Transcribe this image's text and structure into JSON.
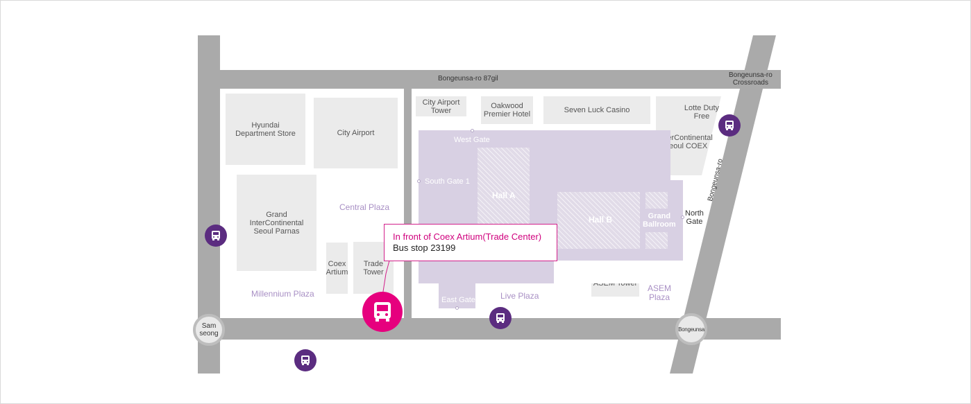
{
  "roads": {
    "top_road": "Bongeunsa-ro 87gil",
    "crossroads": "Bongeunsa-ro\nCrossroads",
    "diagonal_road": "Bongeunsa-ro"
  },
  "buildings": {
    "hyundai": "Hyundai\nDepartment Store",
    "city_airport": "City Airport",
    "grand_intercontinental": "Grand\nInterContinental\nSeoul Parnas",
    "coex_artium": "Coex\nArtium",
    "trade_tower": "Trade\nTower",
    "city_airport_tower": "City Airport\nTower",
    "oakwood": "Oakwood\nPremier Hotel",
    "seven_luck": "Seven Luck Casino",
    "lotte_duty_free": "Lotte Duty\nFree",
    "intercontinental_coex": "InterContinental\nSeoul COEX",
    "asem_tower": "ASEM Tower"
  },
  "plazas": {
    "central": "Central Plaza",
    "millennium": "Millennium Plaza",
    "live": "Live Plaza",
    "asem": "ASEM\nPlaza"
  },
  "coex": {
    "hall_a": "Hall A",
    "hall_b": "Hall B",
    "grand_ballroom": "Grand\nBallroom"
  },
  "gates": {
    "west": "West Gate",
    "south1": "South Gate 1",
    "north": "North\nGate",
    "east": "East Gate"
  },
  "stations": {
    "samseong": "Sam\nseong",
    "bongeunsa": "Bongeunsa"
  },
  "callout": {
    "line1": "In front of Coex Artium(Trade Center)",
    "line2": "Bus stop 23199"
  },
  "colors": {
    "highlight_bus": "#e6007e",
    "bus_stop": "#5b2c80",
    "road": "#aaaaaa",
    "building": "#ebebeb",
    "coex_area": "#d8d0e3",
    "plaza_text": "#a88fc4"
  },
  "icons": {
    "bus_stop": "bus-icon",
    "highlighted_bus_stop": "bus-icon"
  }
}
